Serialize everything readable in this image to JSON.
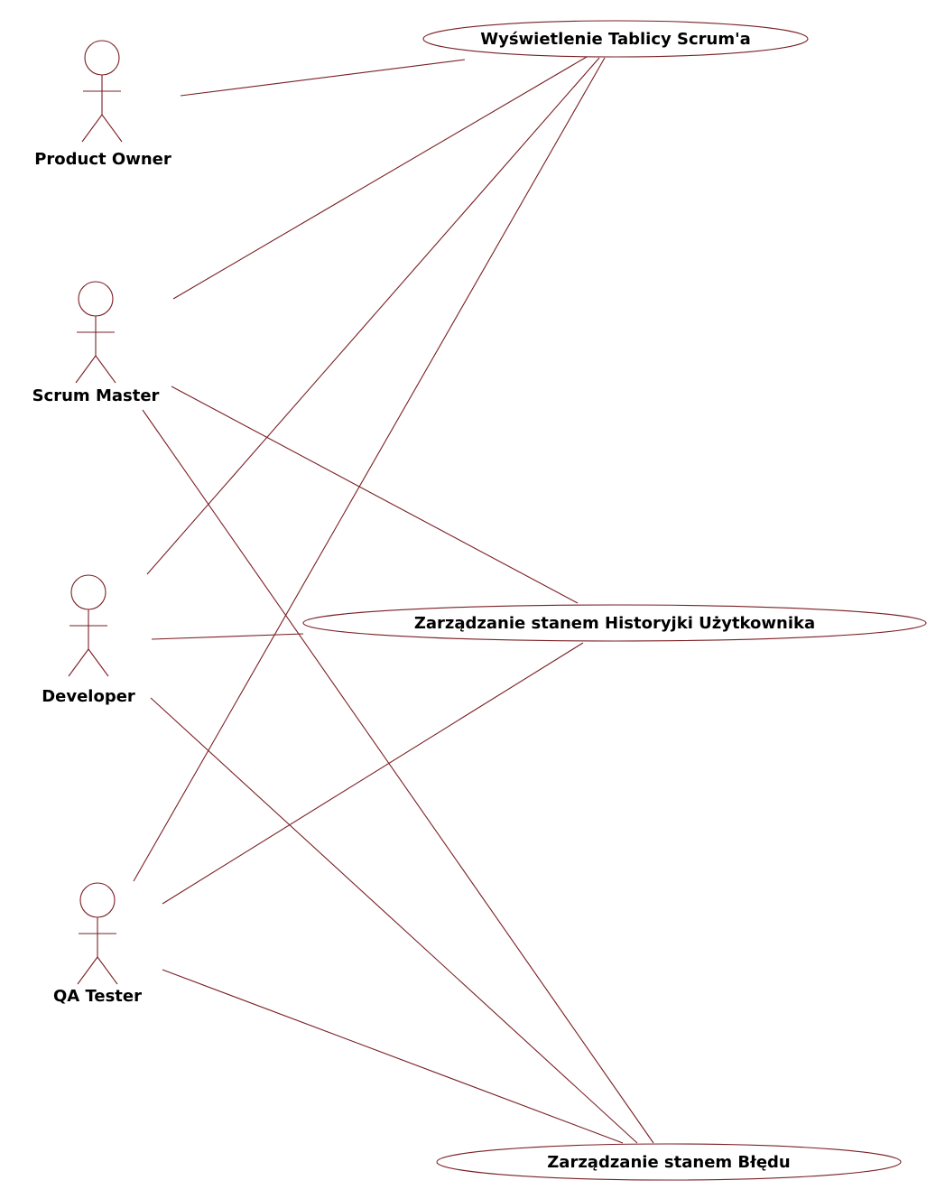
{
  "colors": {
    "line": "#7a1f24",
    "text": "#000000",
    "background": "#ffffff"
  },
  "actors": [
    {
      "id": "product-owner",
      "name": "Product Owner"
    },
    {
      "id": "scrum-master",
      "name": "Scrum Master"
    },
    {
      "id": "developer",
      "name": "Developer"
    },
    {
      "id": "qa-tester",
      "name": "QA Tester"
    }
  ],
  "use_cases": [
    {
      "id": "scrum-board",
      "name": "Wyświetlenie Tablicy Scrum'a"
    },
    {
      "id": "user-story-state",
      "name": "Zarządzanie stanem Historyjki Użytkownika"
    },
    {
      "id": "bug-state",
      "name": "Zarządzanie stanem Błędu"
    }
  ],
  "associations": [
    {
      "actor": "product-owner",
      "use_case": "scrum-board"
    },
    {
      "actor": "scrum-master",
      "use_case": "scrum-board"
    },
    {
      "actor": "scrum-master",
      "use_case": "user-story-state"
    },
    {
      "actor": "scrum-master",
      "use_case": "bug-state"
    },
    {
      "actor": "developer",
      "use_case": "scrum-board"
    },
    {
      "actor": "developer",
      "use_case": "user-story-state"
    },
    {
      "actor": "developer",
      "use_case": "bug-state"
    },
    {
      "actor": "qa-tester",
      "use_case": "scrum-board"
    },
    {
      "actor": "qa-tester",
      "use_case": "user-story-state"
    },
    {
      "actor": "qa-tester",
      "use_case": "bug-state"
    }
  ]
}
